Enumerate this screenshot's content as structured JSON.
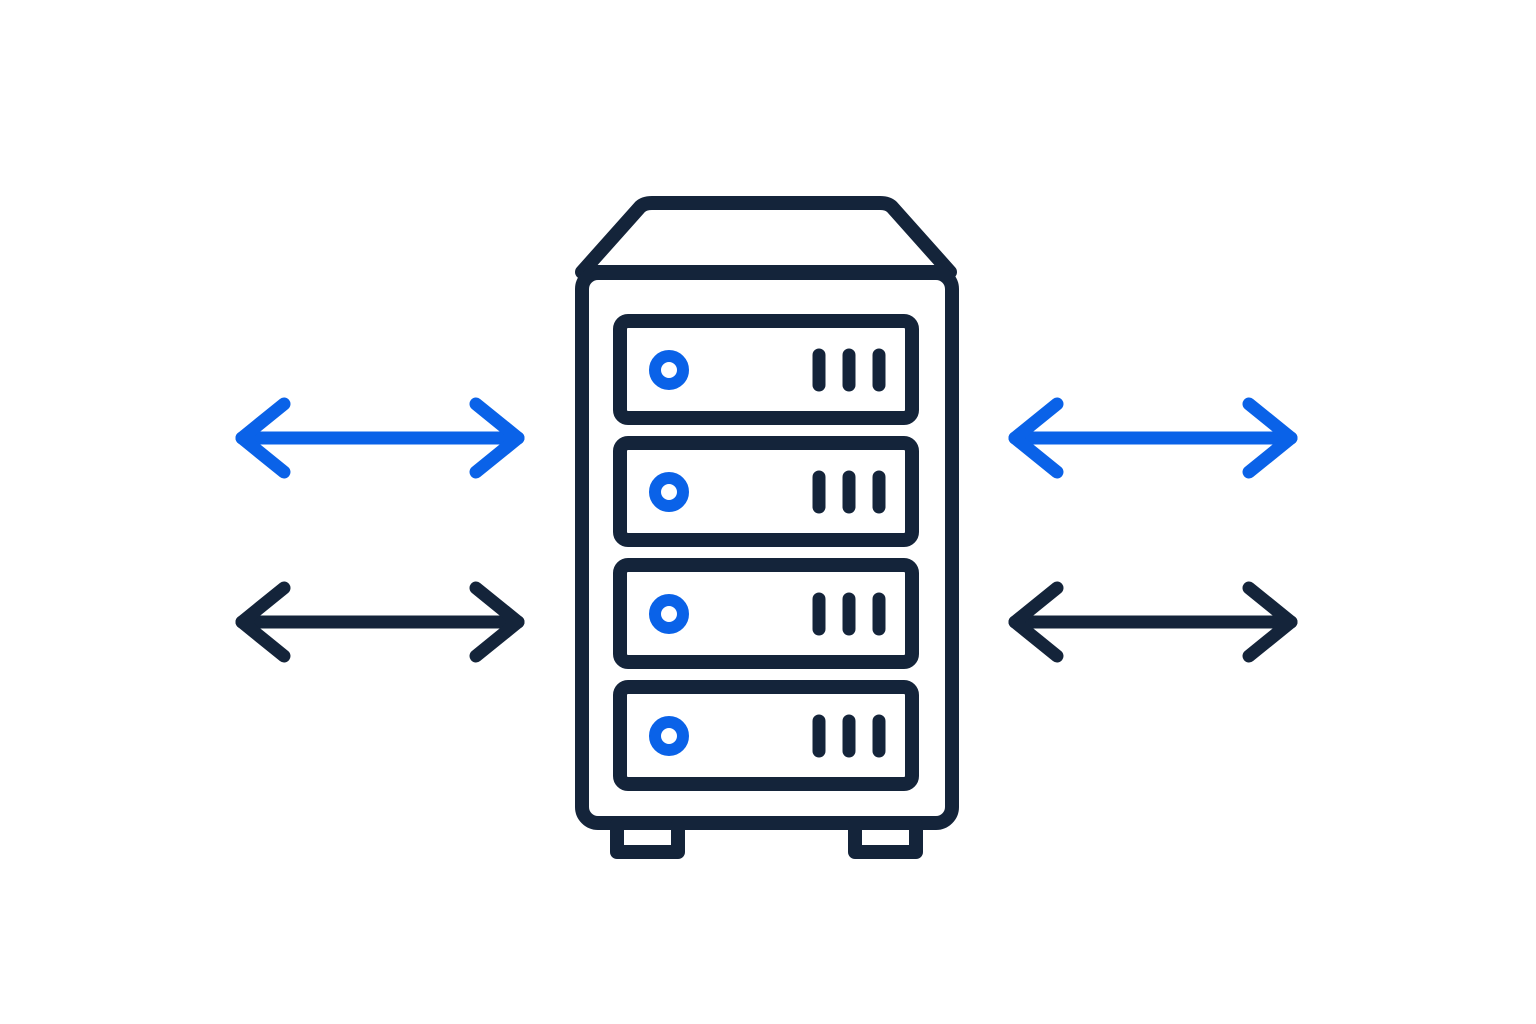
{
  "colors": {
    "background": "#ffffff",
    "outline": "#14243a",
    "accent": "#0a62e8"
  },
  "server": {
    "icon": "server-tower-icon",
    "drive_bays": [
      {
        "indicator": "status-led-icon",
        "vents": 3
      },
      {
        "indicator": "status-led-icon",
        "vents": 3
      },
      {
        "indicator": "status-led-icon",
        "vents": 3
      },
      {
        "indicator": "status-led-icon",
        "vents": 3
      }
    ],
    "feet": 2
  },
  "connections": [
    {
      "side": "left",
      "icon": "double-arrow-icon",
      "color": "accent"
    },
    {
      "side": "left",
      "icon": "double-arrow-icon",
      "color": "outline"
    },
    {
      "side": "right",
      "icon": "double-arrow-icon",
      "color": "accent"
    },
    {
      "side": "right",
      "icon": "double-arrow-icon",
      "color": "outline"
    }
  ]
}
